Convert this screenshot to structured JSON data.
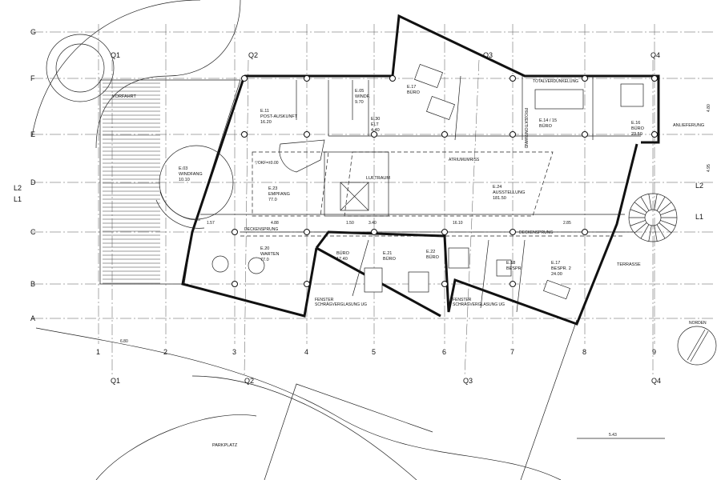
{
  "grid": {
    "rows": [
      "G",
      "F",
      "E",
      "D",
      "C",
      "B",
      "A"
    ],
    "columns": [
      "1",
      "2",
      "3",
      "4",
      "5",
      "6",
      "7",
      "8",
      "9"
    ],
    "sections": {
      "q1": "Q1",
      "q2": "Q2",
      "q3": "Q3",
      "q4": "Q4",
      "l1": "L1",
      "l2": "L2"
    }
  },
  "rooms": [
    {
      "id": "E.03",
      "name": "WINDFANG",
      "area": "10.10"
    },
    {
      "id": "E.11",
      "name": "POST-AUSKUNFT",
      "area": "16.20"
    },
    {
      "id": "E.05",
      "name": "WINDF.",
      "area": "9.70"
    },
    {
      "id": "E.30",
      "name": "ELT",
      "area": "4.40"
    },
    {
      "id": "E.17",
      "name": "BÜRO",
      "area": ""
    },
    {
      "id": "E.14 / 15",
      "name": "BÜRO",
      "area": ""
    },
    {
      "id": "E.16",
      "name": "BÜRO",
      "area": "23.50"
    },
    {
      "id": "E.23",
      "name": "EMPFANG",
      "area": "77.0"
    },
    {
      "id": "E.24",
      "name": "AUSSTELLUNG",
      "area": "181.50"
    },
    {
      "id": "",
      "name": "LUFTRAUM",
      "area": ""
    },
    {
      "id": "E.20",
      "name": "WARTEN",
      "area": "77.0"
    },
    {
      "id": "",
      "name": "BÜRO",
      "area": "17.40"
    },
    {
      "id": "E.21",
      "name": "BÜRO",
      "area": ""
    },
    {
      "id": "E.22",
      "name": "BÜRO",
      "area": ""
    },
    {
      "id": "E.18",
      "name": "BESPR",
      "area": ""
    },
    {
      "id": "E.17",
      "name": "BESPR. 2",
      "area": "24.00"
    }
  ],
  "labels": {
    "vorfahrt": "VORFAHRT",
    "anlieferung": "ANLIEFERUNG",
    "terrasse": "TERRASSE",
    "parkplatz": "PARKPLATZ",
    "norden": "NORDEN",
    "deckensprung": "DECKENSPRUNG",
    "atriumumriss": "ATRIUMUMRISS",
    "totalverdunkelung": "TOTALVERDUNKELUNG",
    "projektionswand": "PROJEKTIONSWAND",
    "fenster": "FENSTER",
    "schraegverglasung": "SCHRÄGVERGLASUNG UG",
    "okf": "▽OKF=±0.00"
  },
  "dimensions": [
    "1.57",
    "4.88",
    "3.40",
    "1.50",
    "16.10",
    "2.85",
    "6.80",
    "4.95",
    "4.80",
    "5.43"
  ]
}
